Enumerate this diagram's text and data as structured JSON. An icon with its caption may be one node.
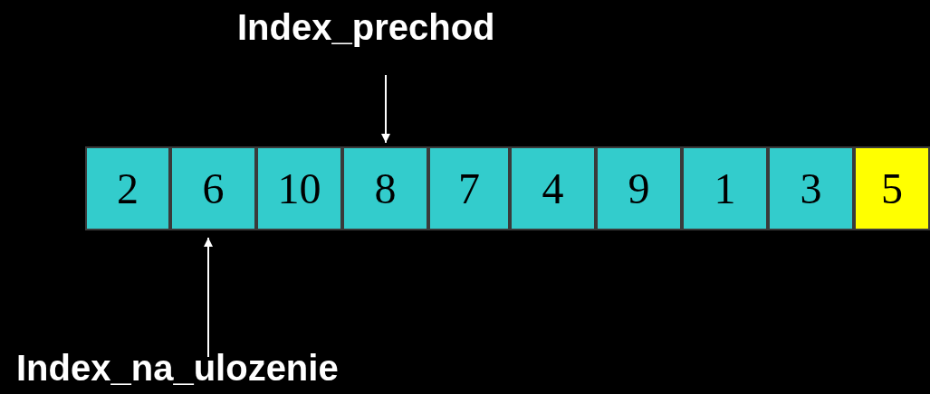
{
  "diagram": {
    "nodes": [
      {
        "text": [
          "Index_prechod"
        ]
      },
      {
        "text": [
          "Index_na_ulozenie"
        ]
      },
      {
        "text": [
          "2"
        ]
      },
      {
        "text": [
          "6"
        ]
      },
      {
        "text": [
          "10"
        ]
      },
      {
        "text": [
          "8"
        ]
      },
      {
        "text": [
          "7"
        ]
      },
      {
        "text": [
          "4"
        ]
      },
      {
        "text": [
          "9"
        ]
      },
      {
        "text": [
          "1"
        ]
      },
      {
        "text": [
          "3"
        ]
      },
      {
        "text": [
          "5"
        ]
      }
    ],
    "edges": [
      {
        "from": 0,
        "to": 5,
        "arrow": "to"
      },
      {
        "from": 1,
        "to": 3,
        "arrow": "to"
      }
    ]
  }
}
